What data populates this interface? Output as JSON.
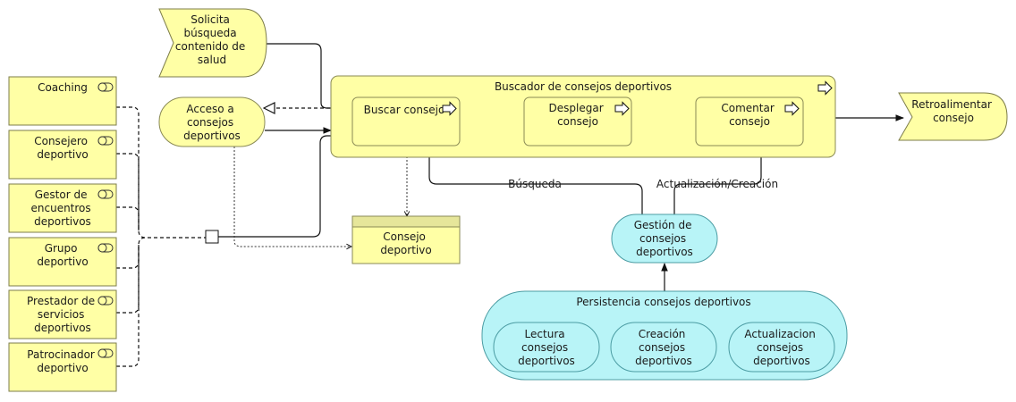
{
  "events": {
    "solicita": [
      "Solicita",
      "búsqueda",
      "contenido de",
      "salud"
    ],
    "retro": [
      "Retroalimentar",
      "consejo"
    ]
  },
  "roles": [
    [
      "Coaching"
    ],
    [
      "Consejero",
      "deportivo"
    ],
    [
      "Gestor de",
      "encuentros",
      "deportivos"
    ],
    [
      "Grupo",
      "deportivo"
    ],
    [
      "Prestador de",
      "servicios",
      "deportivos"
    ],
    [
      "Patrocinador",
      "deportivo"
    ]
  ],
  "acceso": [
    "Acceso a",
    "consejos",
    "deportivos"
  ],
  "buscador": {
    "title": "Buscador de consejos deportivos",
    "buscar": [
      "Buscar consejo"
    ],
    "desplegar": [
      "Desplegar",
      "consejo"
    ],
    "comentar": [
      "Comentar",
      "consejo"
    ]
  },
  "consejo_obj": [
    "Consejo",
    "deportivo"
  ],
  "gestion": [
    "Gestión de",
    "consejos",
    "deportivos"
  ],
  "persistencia": {
    "title": "Persistencia consejos deportivos",
    "lectura": [
      "Lectura",
      "consejos",
      "deportivos"
    ],
    "creacion": [
      "Creación",
      "consejos",
      "deportivos"
    ],
    "actualizacion": [
      "Actualizacion",
      "consejos",
      "deportivos"
    ]
  },
  "flow_labels": {
    "busqueda": "Búsqueda",
    "actualizacion": "Actualización/Creación"
  }
}
